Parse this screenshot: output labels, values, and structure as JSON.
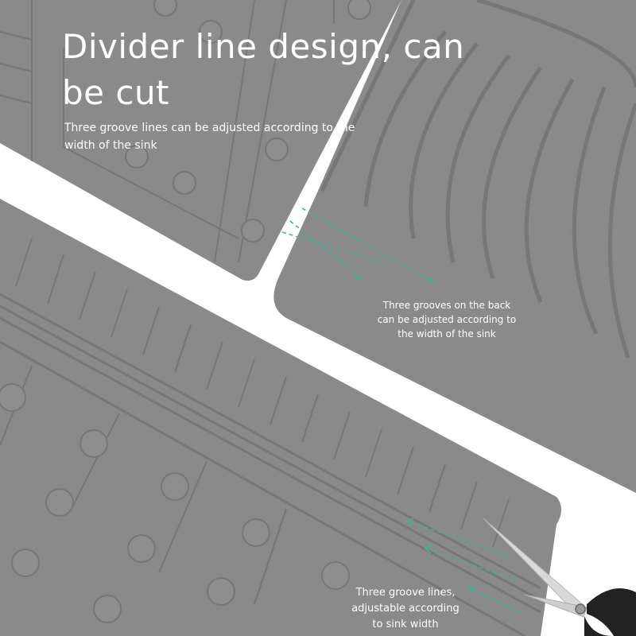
{
  "headline": {
    "line1": "Divider line design, can",
    "line2": "be cut"
  },
  "subtext": {
    "line1": "Three groove lines can be adjusted according to the",
    "line2": "width of the sink"
  },
  "caption_right": {
    "line1": "Three grooves on the back",
    "line2": "can be adjusted according to",
    "line3": "the width of the sink"
  },
  "caption_bottom": {
    "line1": "Three groove lines,",
    "line2": "adjustable according",
    "line3": "to sink width"
  },
  "colors": {
    "mat": "#8a8a8a",
    "mat_dark": "#767676",
    "mat_light": "#9a9a9a",
    "arrow": "#3bb39b",
    "text": "#ffffff",
    "background": "#ffffff"
  }
}
